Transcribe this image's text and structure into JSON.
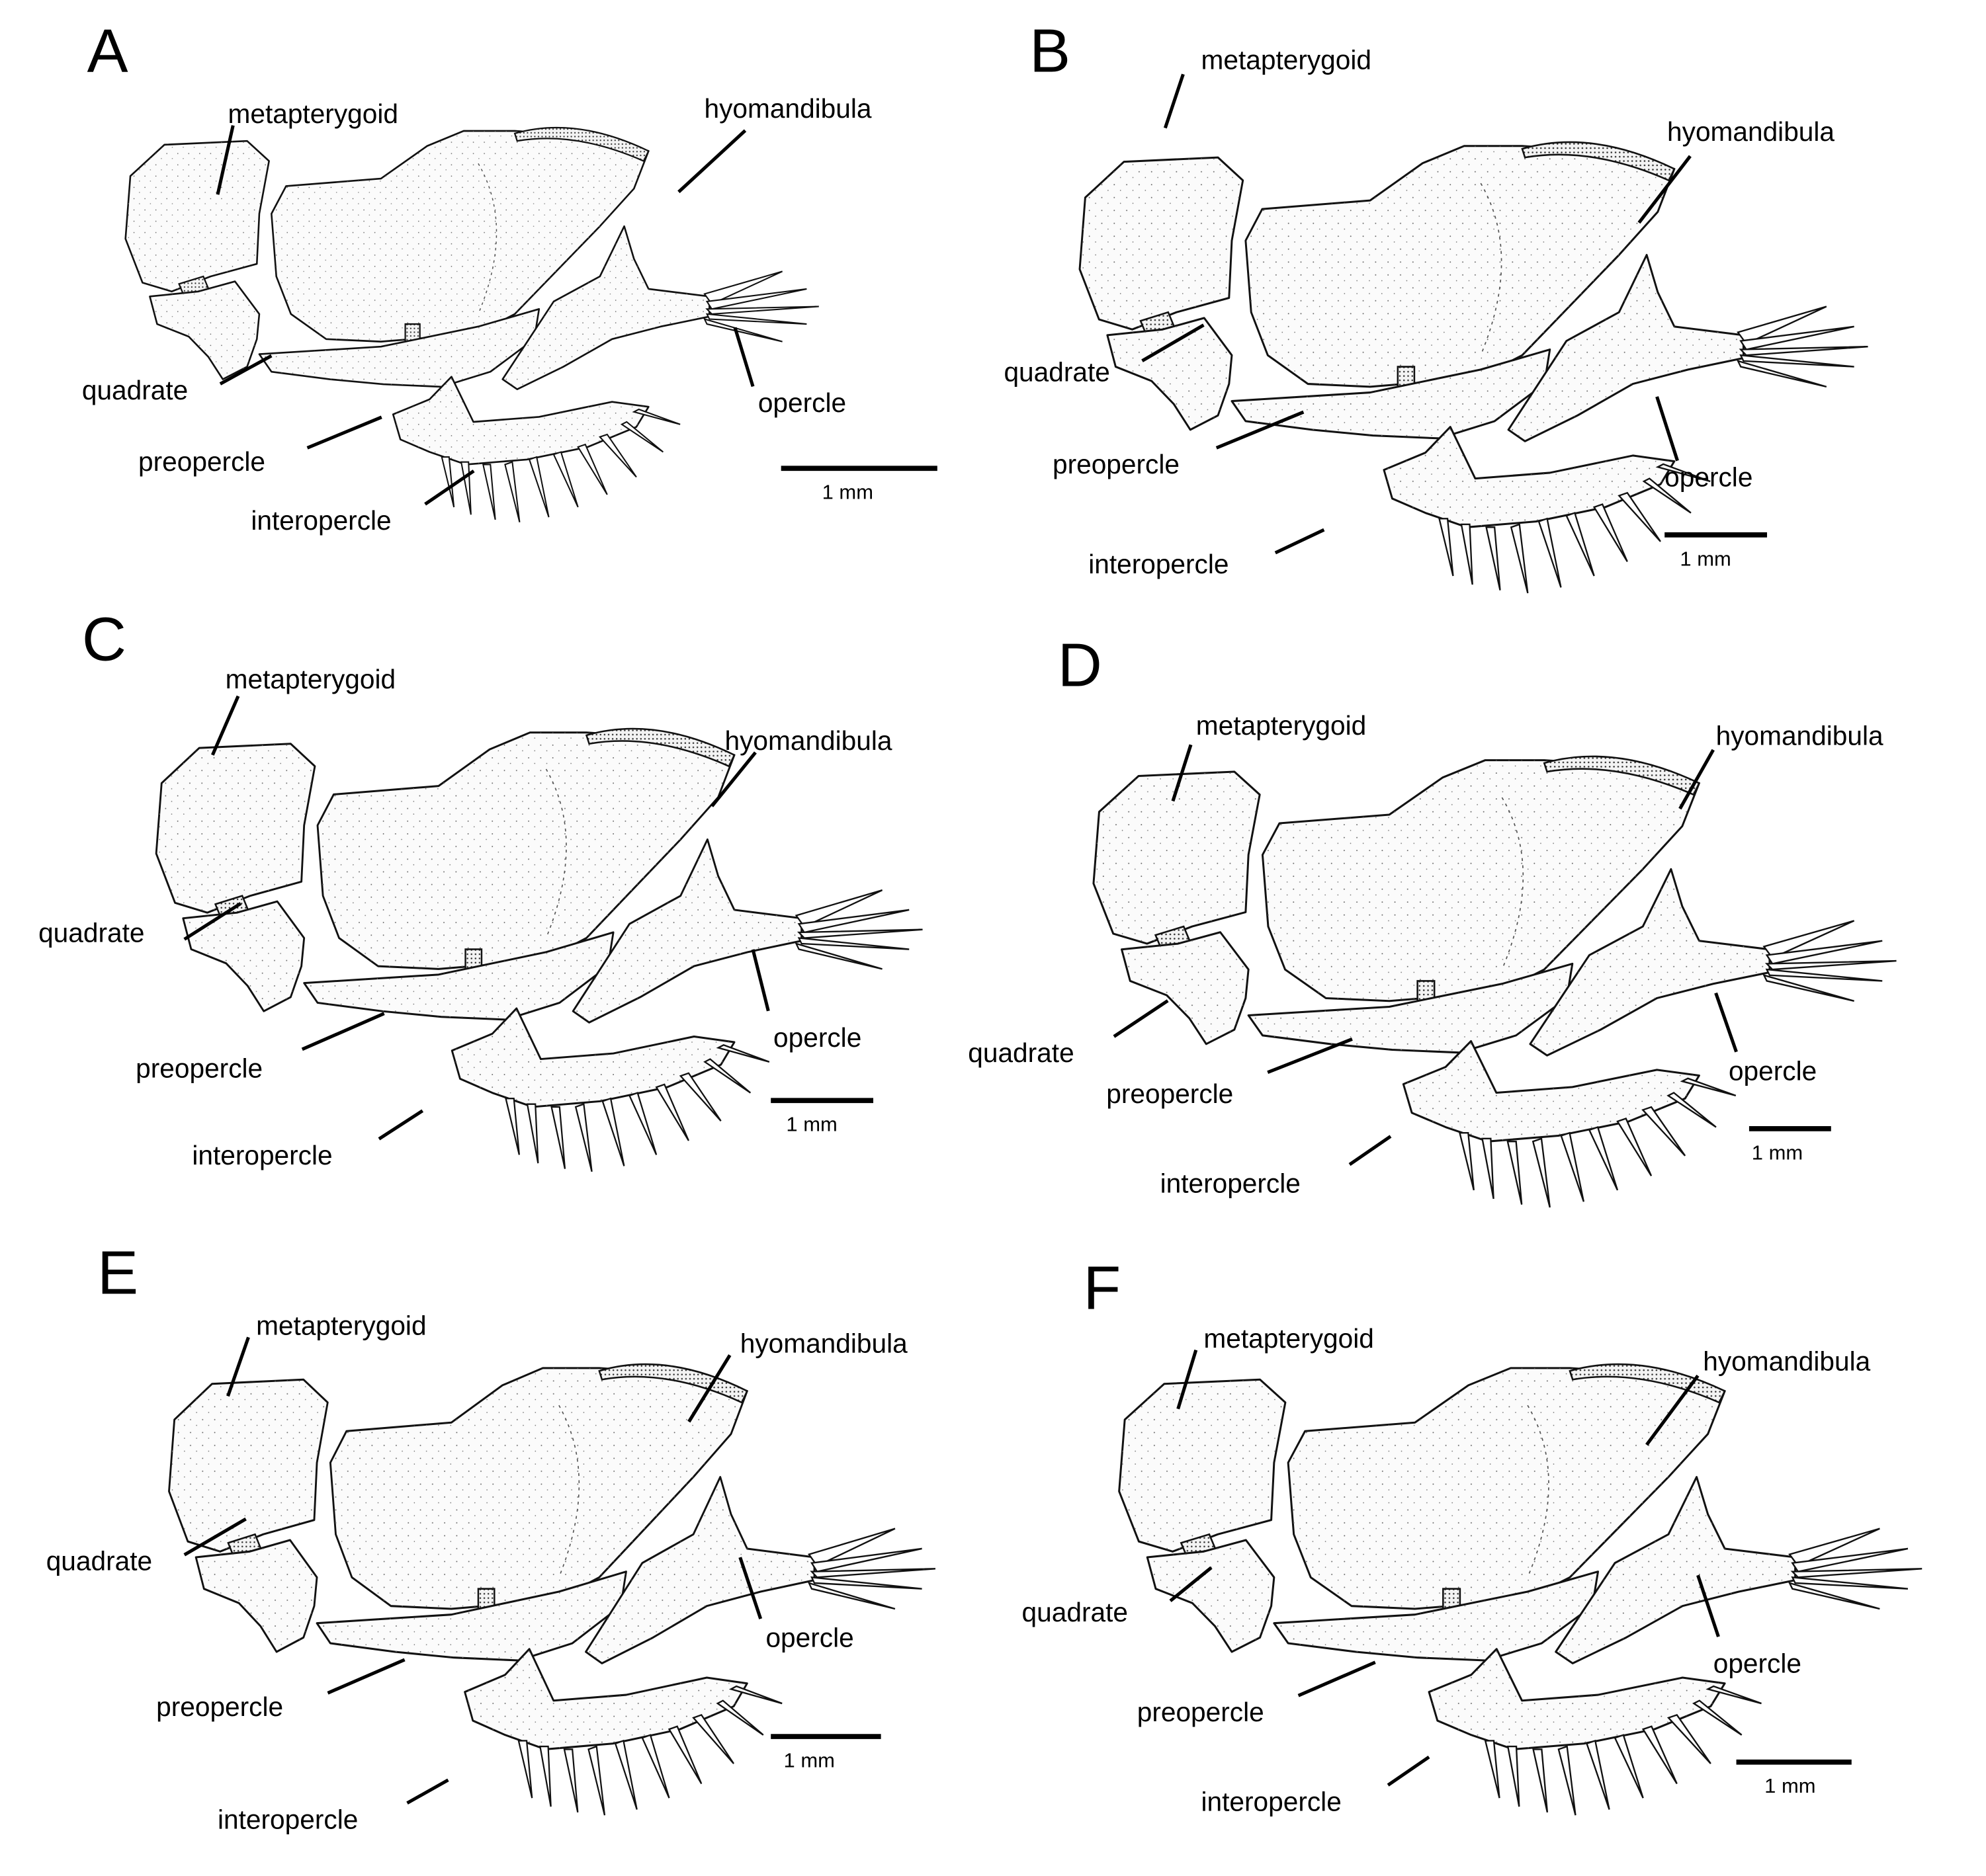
{
  "panels": [
    {
      "letter": "A",
      "labels": {
        "metapterygoid": "metapterygoid",
        "hyomandibula": "hyomandibula",
        "quadrate": "quadrate",
        "preopercle": "preopercle",
        "opercle": "opercle",
        "interopercle": "interopercle"
      },
      "scale_label": "1 mm"
    },
    {
      "letter": "B",
      "labels": {
        "metapterygoid": "metapterygoid",
        "hyomandibula": "hyomandibula",
        "quadrate": "quadrate",
        "preopercle": "preopercle",
        "opercle": "opercle",
        "interopercle": "interopercle"
      },
      "scale_label": "1 mm"
    },
    {
      "letter": "C",
      "labels": {
        "metapterygoid": "metapterygoid",
        "hyomandibula": "hyomandibula",
        "quadrate": "quadrate",
        "preopercle": "preopercle",
        "opercle": "opercle",
        "interopercle": "interopercle"
      },
      "scale_label": "1 mm"
    },
    {
      "letter": "D",
      "labels": {
        "metapterygoid": "metapterygoid",
        "hyomandibula": "hyomandibula",
        "quadrate": "quadrate",
        "preopercle": "preopercle",
        "opercle": "opercle",
        "interopercle": "interopercle"
      },
      "scale_label": "1 mm"
    },
    {
      "letter": "E",
      "labels": {
        "metapterygoid": "metapterygoid",
        "hyomandibula": "hyomandibula",
        "quadrate": "quadrate",
        "preopercle": "preopercle",
        "opercle": "opercle",
        "interopercle": "interopercle"
      },
      "scale_label": "1 mm"
    },
    {
      "letter": "F",
      "labels": {
        "metapterygoid": "metapterygoid",
        "hyomandibula": "hyomandibula",
        "quadrate": "quadrate",
        "preopercle": "preopercle",
        "opercle": "opercle",
        "interopercle": "interopercle"
      },
      "scale_label": "1 mm"
    }
  ]
}
